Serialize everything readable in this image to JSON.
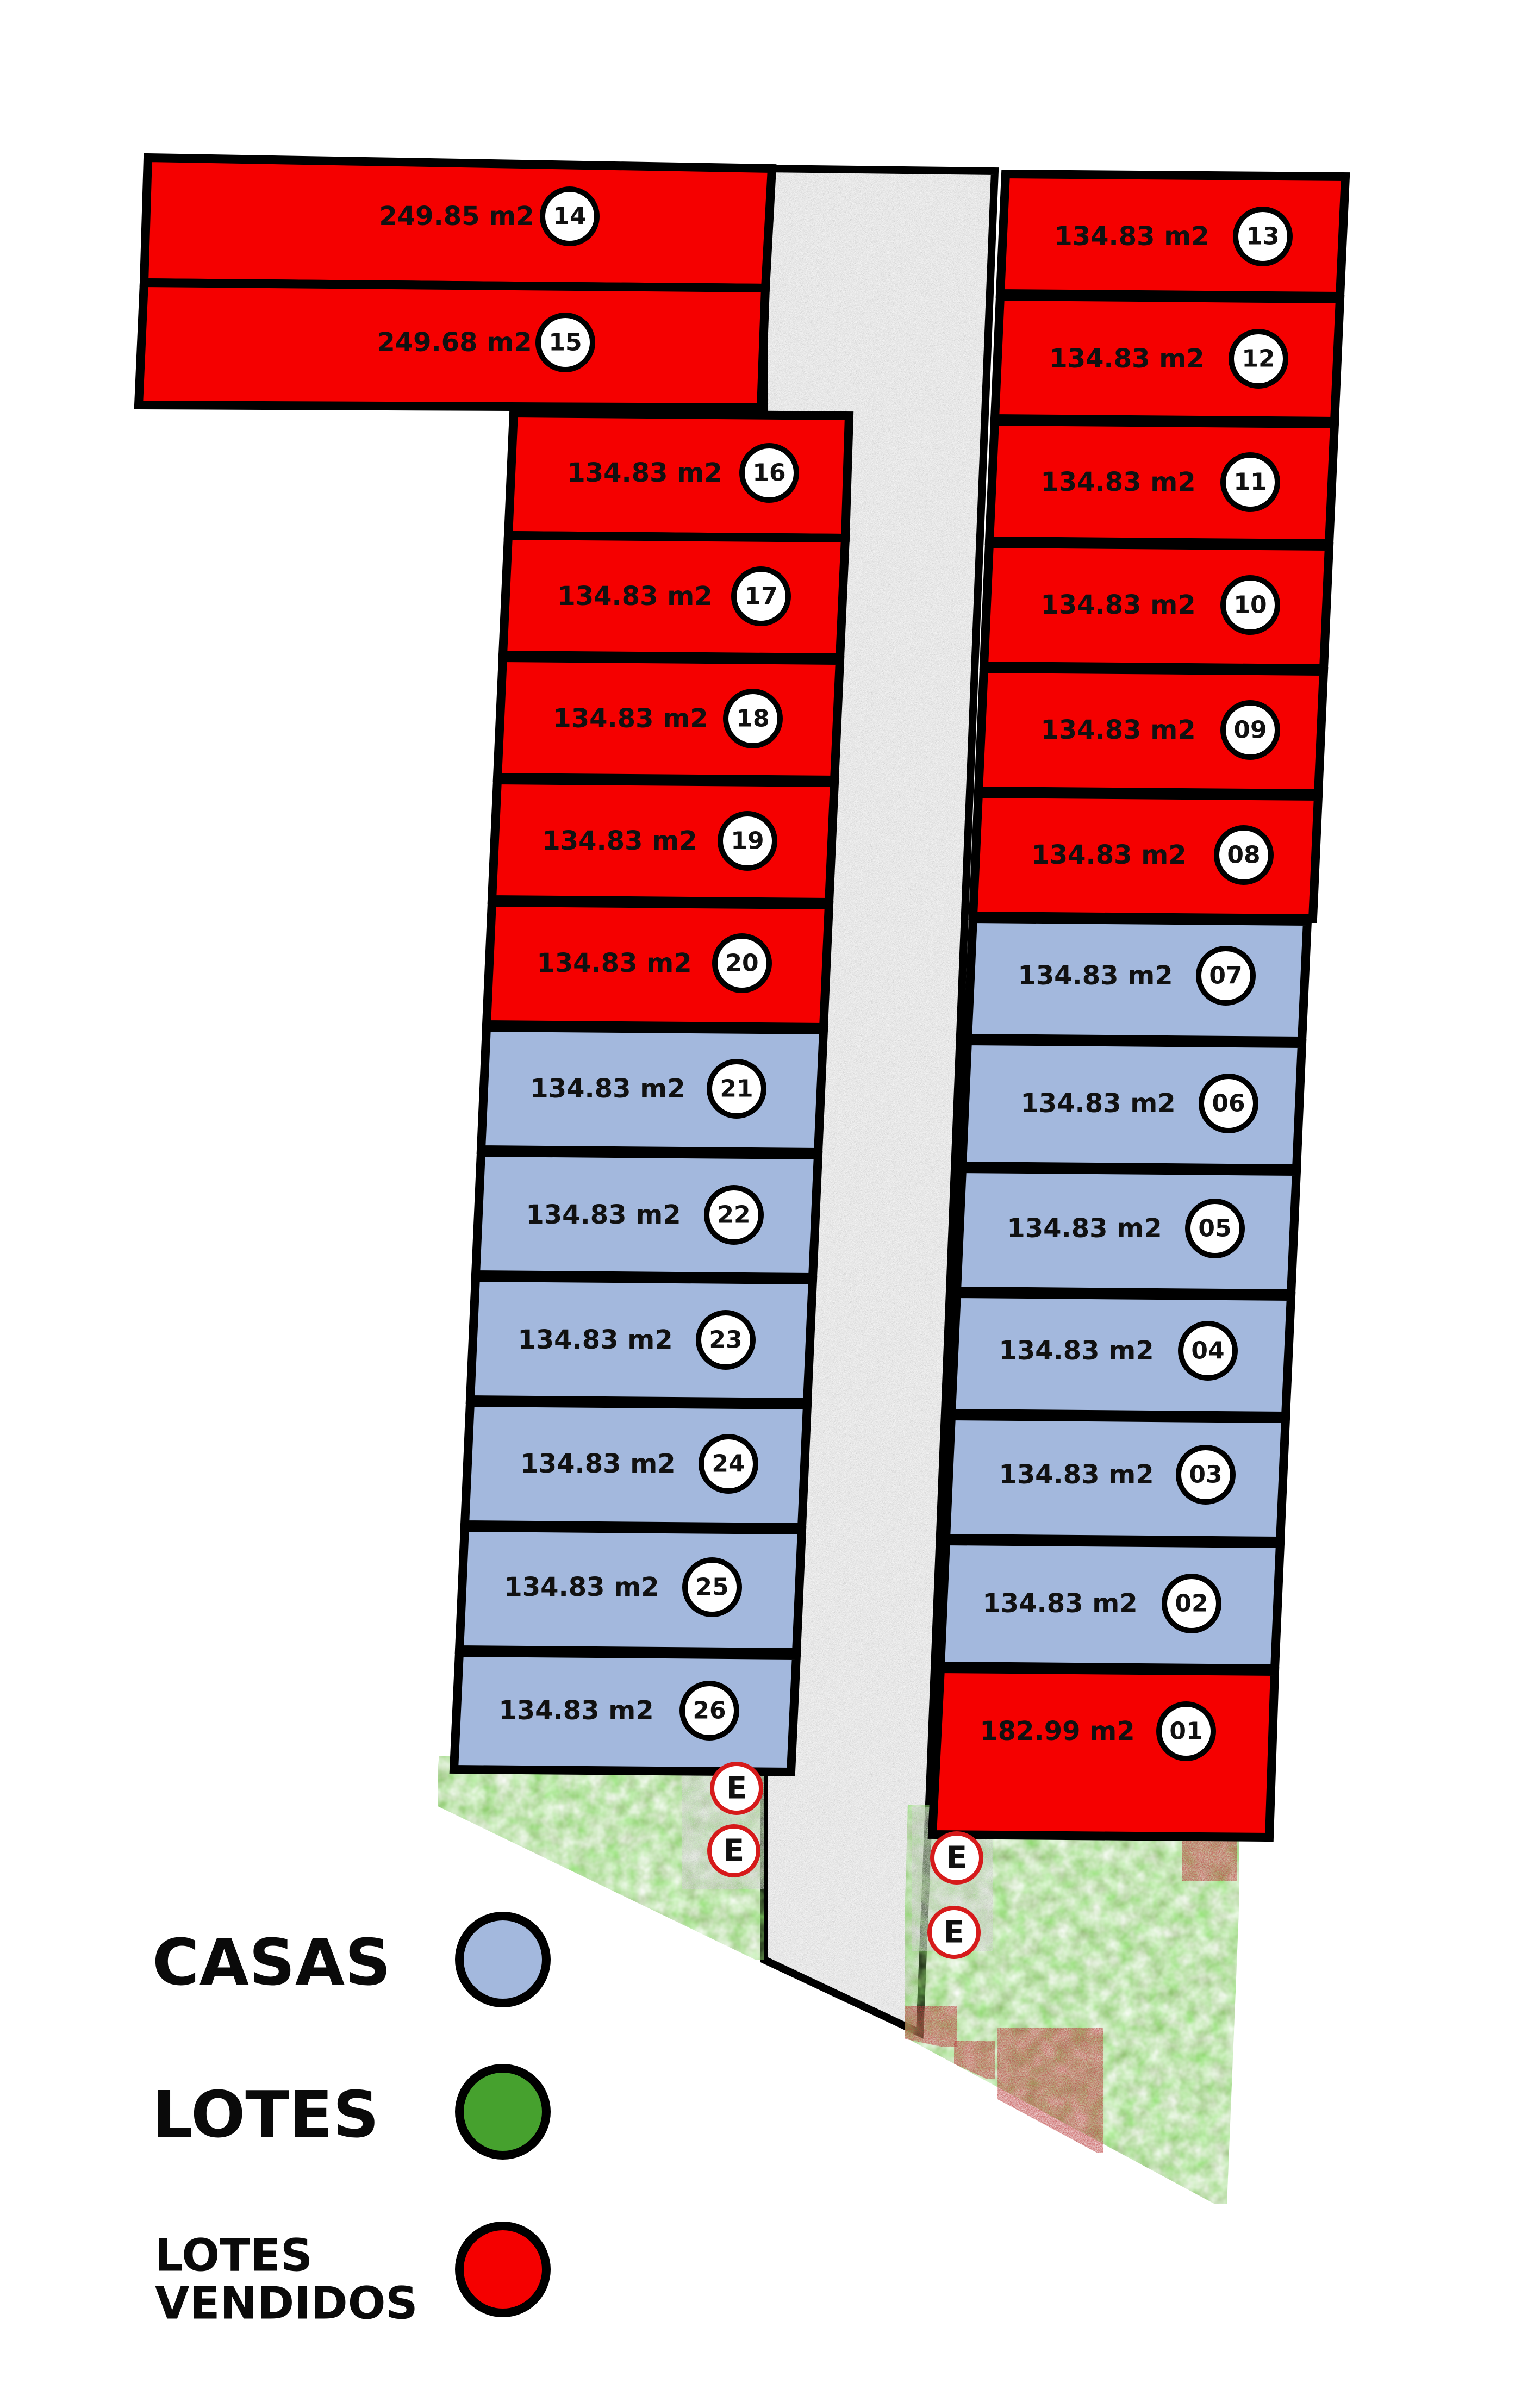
{
  "colors": {
    "casas": "#a3b8dd",
    "lotes": "#46a12e",
    "vendidos": "#f50000",
    "road": "#9a9a9a",
    "grass": "#5e8a3a",
    "dark_red": "#7a1212",
    "outline": "#000000"
  },
  "lots": [
    {
      "num": "14",
      "area": "249.85 m2",
      "status": "vendidos"
    },
    {
      "num": "15",
      "area": "249.68 m2",
      "status": "vendidos"
    },
    {
      "num": "16",
      "area": "134.83 m2",
      "status": "vendidos"
    },
    {
      "num": "17",
      "area": "134.83 m2",
      "status": "vendidos"
    },
    {
      "num": "18",
      "area": "134.83 m2",
      "status": "vendidos"
    },
    {
      "num": "19",
      "area": "134.83 m2",
      "status": "vendidos"
    },
    {
      "num": "20",
      "area": "134.83 m2",
      "status": "vendidos"
    },
    {
      "num": "21",
      "area": "134.83 m2",
      "status": "casas"
    },
    {
      "num": "22",
      "area": "134.83 m2",
      "status": "casas"
    },
    {
      "num": "23",
      "area": "134.83 m2",
      "status": "casas"
    },
    {
      "num": "24",
      "area": "134.83 m2",
      "status": "casas"
    },
    {
      "num": "25",
      "area": "134.83 m2",
      "status": "casas"
    },
    {
      "num": "26",
      "area": "134.83 m2",
      "status": "casas"
    },
    {
      "num": "13",
      "area": "134.83 m2",
      "status": "vendidos"
    },
    {
      "num": "12",
      "area": "134.83 m2",
      "status": "vendidos"
    },
    {
      "num": "11",
      "area": "134.83 m2",
      "status": "vendidos"
    },
    {
      "num": "10",
      "area": "134.83 m2",
      "status": "vendidos"
    },
    {
      "num": "09",
      "area": "134.83 m2",
      "status": "vendidos"
    },
    {
      "num": "08",
      "area": "134.83 m2",
      "status": "vendidos"
    },
    {
      "num": "07",
      "area": "134.83 m2",
      "status": "casas"
    },
    {
      "num": "06",
      "area": "134.83 m2",
      "status": "casas"
    },
    {
      "num": "05",
      "area": "134.83 m2",
      "status": "casas"
    },
    {
      "num": "04",
      "area": "134.83 m2",
      "status": "casas"
    },
    {
      "num": "03",
      "area": "134.83 m2",
      "status": "casas"
    },
    {
      "num": "02",
      "area": "134.83 m2",
      "status": "casas"
    },
    {
      "num": "01",
      "area": "182.99 m2",
      "status": "vendidos"
    }
  ],
  "parking_label": "E",
  "legend": [
    {
      "label": "CASAS",
      "status": "casas"
    },
    {
      "label": "LOTES",
      "status": "lotes"
    },
    {
      "label": "LOTES",
      "label2": "VENDIDOS",
      "status": "vendidos"
    }
  ]
}
